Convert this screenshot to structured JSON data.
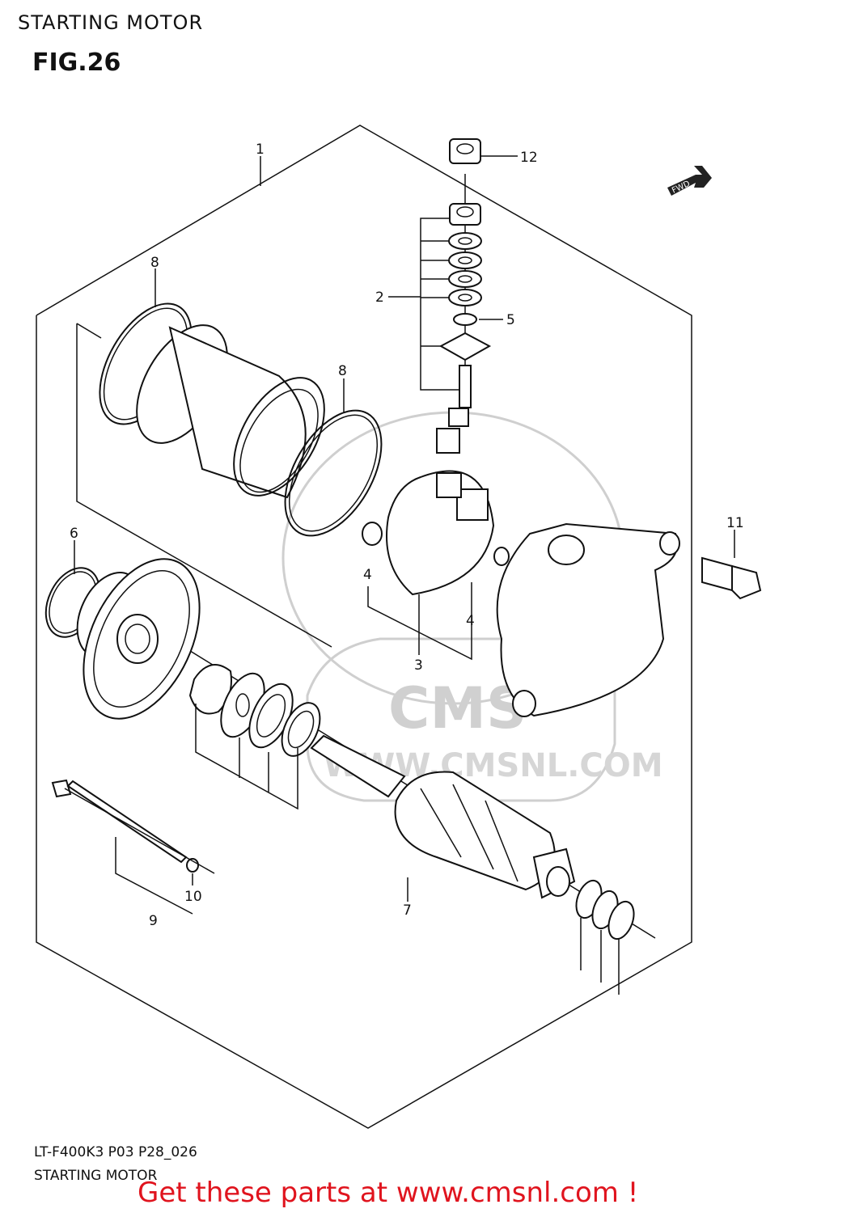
{
  "header": {
    "title": "STARTING MOTOR",
    "figure": "FIG.26"
  },
  "footer": {
    "model_code": "LT-F400K3 P03 P28_026",
    "caption": "STARTING MOTOR"
  },
  "promo": {
    "text": "Get these parts at www.cmsnl.com !",
    "color": "#e0141e"
  },
  "watermark": {
    "text": "WWW.CMSNL.COM",
    "logo": "CMS"
  },
  "direction_badge": {
    "text": "FWD",
    "icon": "arrow-right-icon"
  },
  "callouts": [
    {
      "id": "c1",
      "label": "1"
    },
    {
      "id": "c12",
      "label": "12"
    },
    {
      "id": "c8a",
      "label": "8"
    },
    {
      "id": "c8b",
      "label": "8"
    },
    {
      "id": "c2",
      "label": "2"
    },
    {
      "id": "c5",
      "label": "5"
    },
    {
      "id": "c6",
      "label": "6"
    },
    {
      "id": "c11",
      "label": "11"
    },
    {
      "id": "c4a",
      "label": "4"
    },
    {
      "id": "c4b",
      "label": "4"
    },
    {
      "id": "c3",
      "label": "3"
    },
    {
      "id": "c10",
      "label": "10"
    },
    {
      "id": "c9",
      "label": "9"
    },
    {
      "id": "c7",
      "label": "7"
    }
  ]
}
